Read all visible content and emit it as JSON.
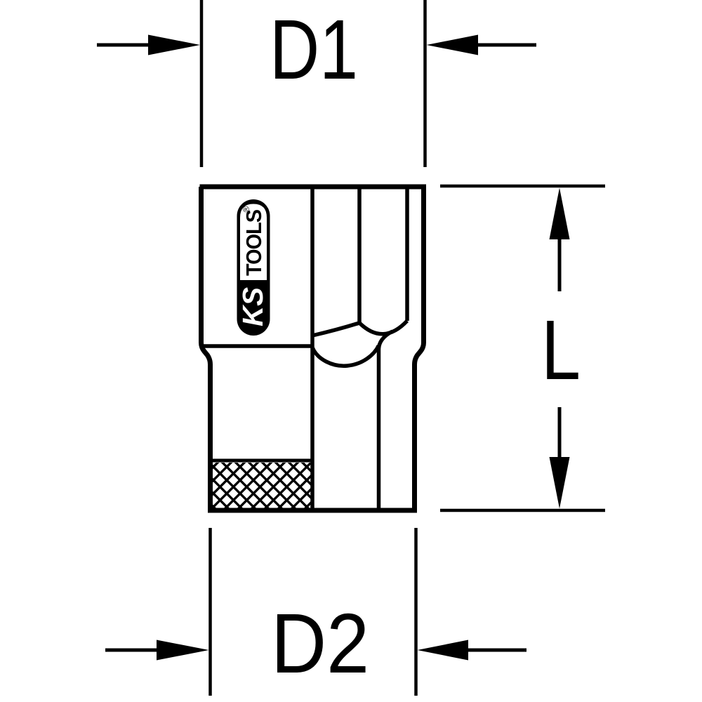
{
  "figure": {
    "description": "Technical outline drawing of a hex socket, side section view, with dimension callouts",
    "background_color": "#ffffff",
    "line_color": "#000000"
  },
  "dimension_labels": {
    "top_width": "D1",
    "overall_length": "L",
    "bottom_width": "D2"
  },
  "logo": {
    "brand_left": "KS",
    "brand_right": "TOOLS",
    "registered_mark": "®"
  }
}
